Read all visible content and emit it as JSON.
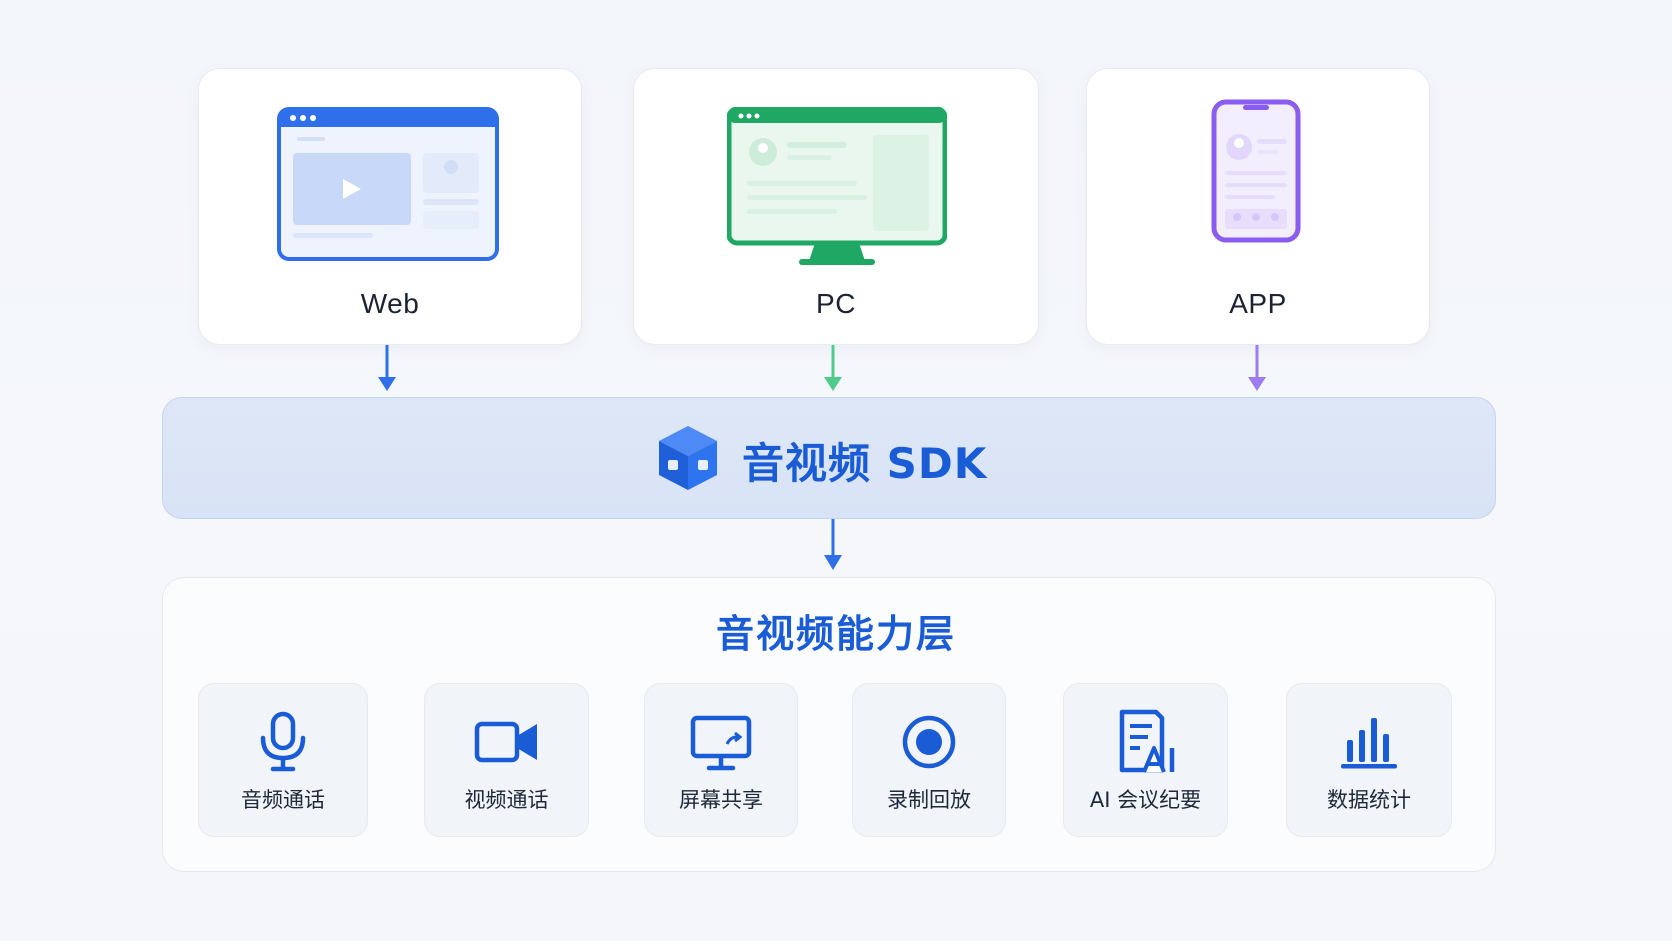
{
  "clients": [
    {
      "label": "Web"
    },
    {
      "label": "PC"
    },
    {
      "label": "APP"
    }
  ],
  "sdk": {
    "title": "音视频 SDK",
    "icon": "cube-icon"
  },
  "capability_layer": {
    "title": "音视频能力层",
    "features": [
      {
        "label": "音频通话",
        "icon": "microphone-icon"
      },
      {
        "label": "视频通话",
        "icon": "video-camera-icon"
      },
      {
        "label": "屏幕共享",
        "icon": "screen-share-icon"
      },
      {
        "label": "录制回放",
        "icon": "record-icon"
      },
      {
        "label": "AI 会议纪要",
        "icon": "ai-document-icon"
      },
      {
        "label": "数据统计",
        "icon": "bar-chart-icon"
      }
    ]
  },
  "colors": {
    "web": "#2f6fea",
    "pc": "#1fa864",
    "app": "#8a5cf0",
    "brand": "#1a5bd6"
  }
}
